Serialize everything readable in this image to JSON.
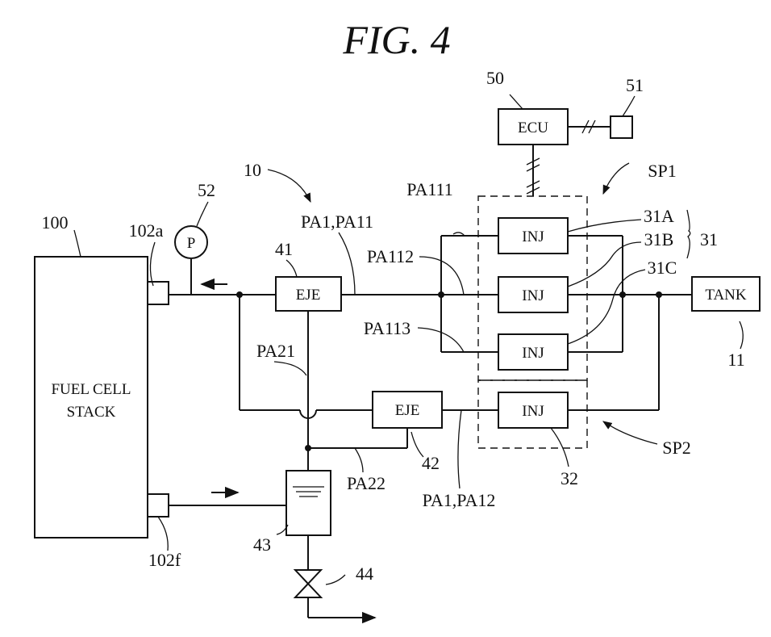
{
  "figure_title": "FIG. 4",
  "components": {
    "fuel_cell_stack": [
      "FUEL CELL",
      "STACK"
    ],
    "ecu": "ECU",
    "tank": "TANK",
    "pressure_sensor": "P",
    "ejector_1": "EJE",
    "ejector_2": "EJE",
    "injector_31a": "INJ",
    "injector_31b": "INJ",
    "injector_31c": "INJ",
    "injector_32": "INJ"
  },
  "reference_numerals": {
    "system": "10",
    "stack": "100",
    "inlet_port": "102a",
    "outlet_port": "102f",
    "tank": "11",
    "ecu": "50",
    "device_51": "51",
    "sensor": "52",
    "ejector_1": "41",
    "ejector_2": "42",
    "separator": "43",
    "valve": "44",
    "injector_group": "31",
    "injector_31a": "31A",
    "injector_31b": "31B",
    "injector_31c": "31C",
    "injector_32": "32",
    "unit_sp1": "SP1",
    "unit_sp2": "SP2"
  },
  "passage_labels": {
    "pa1_pa11": "PA1,PA11",
    "pa111": "PA111",
    "pa112": "PA112",
    "pa113": "PA113",
    "pa21": "PA21",
    "pa22": "PA22",
    "pa1_pa12": "PA1,PA12"
  }
}
